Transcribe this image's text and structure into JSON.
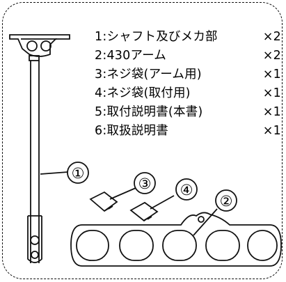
{
  "parts": [
    {
      "num": "1:",
      "name": "シャフト及びメカ部",
      "qty": "×2"
    },
    {
      "num": "2:",
      "name": "430アーム",
      "qty": "×2"
    },
    {
      "num": "3:",
      "name": "ネジ袋(アーム用)",
      "qty": "×1"
    },
    {
      "num": "4:",
      "name": "ネジ袋(取付用)",
      "qty": "×1"
    },
    {
      "num": "5:",
      "name": "取付説明書(本書)",
      "qty": "×1"
    },
    {
      "num": "6:",
      "name": "取扱説明書",
      "qty": "×1"
    }
  ],
  "callouts": [
    "①",
    "②",
    "③",
    "④"
  ]
}
